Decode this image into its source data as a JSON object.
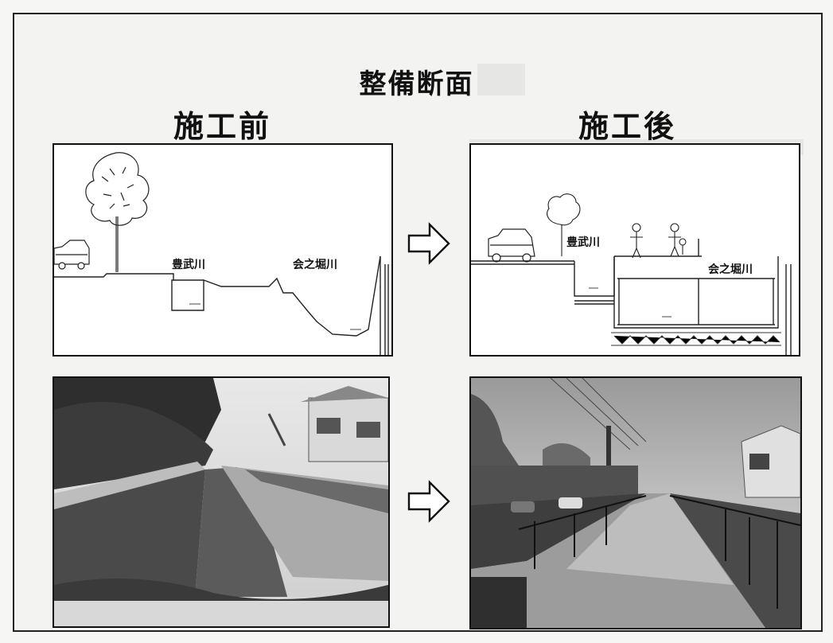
{
  "document": {
    "title": "整備断面",
    "before_label": "施工前",
    "after_label": "施工後",
    "before_section": {
      "river_1": "豊武川",
      "river_2": "会之堀川"
    },
    "after_section": {
      "river_1": "豊武川",
      "river_2": "会之堀川"
    },
    "icons": {
      "transition_arrow_top": "right-arrow-icon",
      "transition_arrow_bottom": "right-arrow-icon"
    }
  }
}
